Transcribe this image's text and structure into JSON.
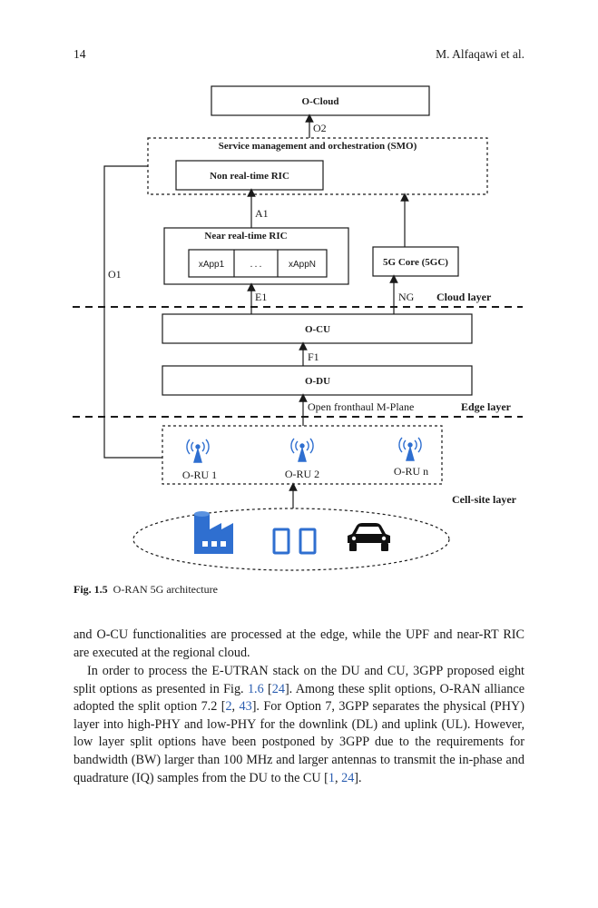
{
  "header": {
    "page_number": "14",
    "authors": "M. Alfaqawi et al."
  },
  "figure": {
    "o_cloud": "O-Cloud",
    "o2": "O2",
    "smo": "Service management and orchestration (SMO)",
    "non_rt_ric": "Non real-time RIC",
    "a1": "A1",
    "o1": "O1",
    "near_rt_ric": "Near real-time RIC",
    "xapp1": "xApp1",
    "xapp_dots": ". . .",
    "xappn": "xAppN",
    "core": "5G Core (5GC)",
    "e1": "E1",
    "ng": "NG",
    "cloud_layer": "Cloud layer",
    "o_cu": "O-CU",
    "f1": "F1",
    "o_du": "O-DU",
    "fronthaul": "Open fronthaul M-Plane",
    "edge_layer": "Edge layer",
    "oru1": "O-RU 1",
    "oru2": "O-RU 2",
    "orun": "O-RU n",
    "cellsite_layer": "Cell-site layer",
    "colors": {
      "blue_icon": "#2f6fd0",
      "antenna": "#2f6fd0"
    },
    "icons": [
      "antenna-icon",
      "factory-icon",
      "phone-icon",
      "car-icon"
    ]
  },
  "caption": {
    "label": "Fig. 1.5",
    "text": "O-RAN 5G architecture"
  },
  "para1": "and O-CU functionalities are processed at the edge, while the UPF and near-RT RIC are executed at the regional cloud.",
  "para2": {
    "a": "In order to process the E-UTRAN stack on the DU and CU, 3GPP proposed eight split options as presented in Fig.",
    "fig_ref": "1.6",
    "b": "[",
    "ref24": "24",
    "c": "]. Among these split options, O-RAN alliance adopted the split option 7.2 [",
    "ref2": "2",
    "d": ",",
    "ref43": "43",
    "e": "]. For Option 7, 3GPP separates the physical (PHY) layer into high-PHY and low-PHY for the downlink (DL) and uplink (UL). However, low layer split options have been postponed by 3GPP due to the requirements for bandwidth (BW) larger than 100 MHz and larger antennas to transmit the in-phase and quadrature (IQ) samples from the DU to the CU [",
    "ref1": "1",
    "f": ",",
    "ref24b": "24",
    "g": "]."
  }
}
